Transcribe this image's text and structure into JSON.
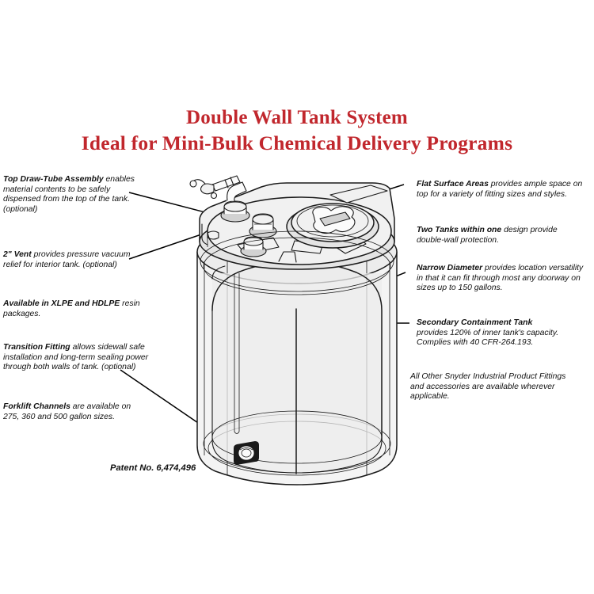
{
  "title": {
    "line1": "Double Wall Tank System",
    "line2": "Ideal for Mini-Bulk Chemical Delivery Programs",
    "color": "#C1272D"
  },
  "left_callouts": [
    {
      "id": "top-draw-tube-assembly",
      "heading": "Top Draw-Tube Assembly",
      "body": "enables material contents to be safely dispensed from the top of the tank. (optional)"
    },
    {
      "id": "vent",
      "heading": "2\" Vent",
      "body": "provides pressure vacuum relief for interior tank. (optional)"
    },
    {
      "id": "resin-packages",
      "heading": "Available in XLPE and HDLPE",
      "body": "resin packages."
    },
    {
      "id": "transition-fitting",
      "heading": "Transition Fitting",
      "body": "allows sidewall safe installation and long-term sealing power through both walls of tank. (optional)"
    },
    {
      "id": "forklift-channels",
      "heading": "Forklift Channels",
      "body": "are available on 275, 360 and 500 gallon sizes."
    }
  ],
  "right_callouts": [
    {
      "id": "flat-surface-areas",
      "heading": "Flat Surface Areas",
      "body": "provides ample space on top for a variety of fitting sizes and styles."
    },
    {
      "id": "two-tanks-within-one",
      "heading": "Two Tanks within one",
      "body": "design provide double-wall protection."
    },
    {
      "id": "narrow-diameter",
      "heading": "Narrow Diameter",
      "body": "provides location versatility in that it can fit through most any doorway on sizes up to 150 gallons."
    },
    {
      "id": "secondary-containment-tank",
      "heading": "Secondary Containment Tank",
      "body": "provides 120% of inner tank's capacity. Complies with 40 CFR-264.193."
    },
    {
      "id": "other-fittings",
      "heading": "",
      "body": "All Other Snyder Industrial Product Fittings and accessories are available wherever applicable."
    }
  ],
  "patent": "Patent No. 6,474,496",
  "illustration": {
    "name": "double-wall-tank-cutaway-illustration",
    "parts": [
      "outer-containment-tank",
      "inner-tank",
      "manway-lid",
      "draw-tube-valve-assembly",
      "vent-fitting",
      "top-fittings",
      "transition-fitting",
      "forklift-channel"
    ]
  }
}
